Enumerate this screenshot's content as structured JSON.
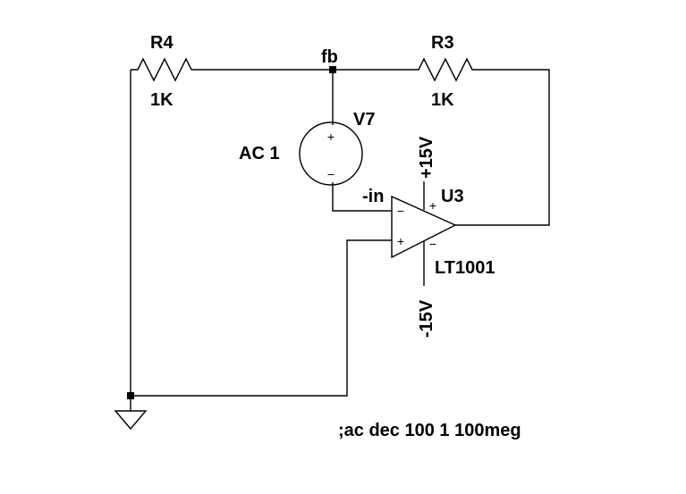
{
  "components": {
    "r4": {
      "name": "R4",
      "value": "1K"
    },
    "r3": {
      "name": "R3",
      "value": "1K"
    },
    "v7": {
      "name": "V7",
      "value": "AC 1",
      "plus": "+",
      "minus": "−"
    },
    "u3": {
      "name": "U3",
      "model": "LT1001",
      "pin_inv": "-in",
      "pos_supply": "+15V",
      "neg_supply": "-15V",
      "plus": "+",
      "minus": "−"
    }
  },
  "nets": {
    "fb": "fb"
  },
  "directive": ";ac dec 100 1 100meg"
}
